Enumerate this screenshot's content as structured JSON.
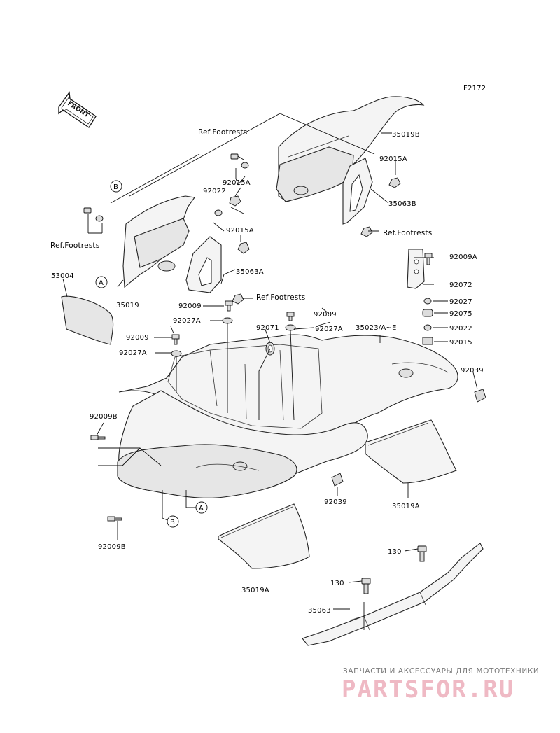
{
  "figure_code": "F2172",
  "front_label": "FRONT",
  "callout_a": "A",
  "callout_b": "B",
  "ref_footrests": "Ref.Footrests",
  "parts": {
    "p35019B": "35019B",
    "p92015A_r": "92015A",
    "p35063B": "35063B",
    "p92015A_m1": "92015A",
    "p92022_m": "92022",
    "p92015A_m2": "92015A",
    "p35063A": "35063A",
    "p35019": "35019",
    "p53004": "53004",
    "p92009_l": "92009",
    "p92027A_l": "92027A",
    "p92009_ml": "92009",
    "p92027A_ml": "92027A",
    "p92071": "92071",
    "p92009_mr": "92009",
    "p92027A_mr": "92027A",
    "p35023": "35023/A~E",
    "p92009A": "92009A",
    "p92072": "92072",
    "p92027": "92027",
    "p92075": "92075",
    "p92022_r": "92022",
    "p92015": "92015",
    "p92039_r": "92039",
    "p92009B_t": "92009B",
    "p92009B_b": "92009B",
    "p92039_m": "92039",
    "p35019A_r": "35019A",
    "p35019A_b": "35019A",
    "p130_t": "130",
    "p130_b": "130",
    "p35063": "35063"
  },
  "watermark": {
    "line1": "ЗАПЧАСТИ И АКСЕССУАРЫ ДЛЯ МОТОТЕХНИКИ",
    "line2": "PARTSFOR.RU"
  },
  "colors": {
    "line": "#111111",
    "watermark_text": "#7a7a7a",
    "watermark_logo": "#efb9c4"
  }
}
